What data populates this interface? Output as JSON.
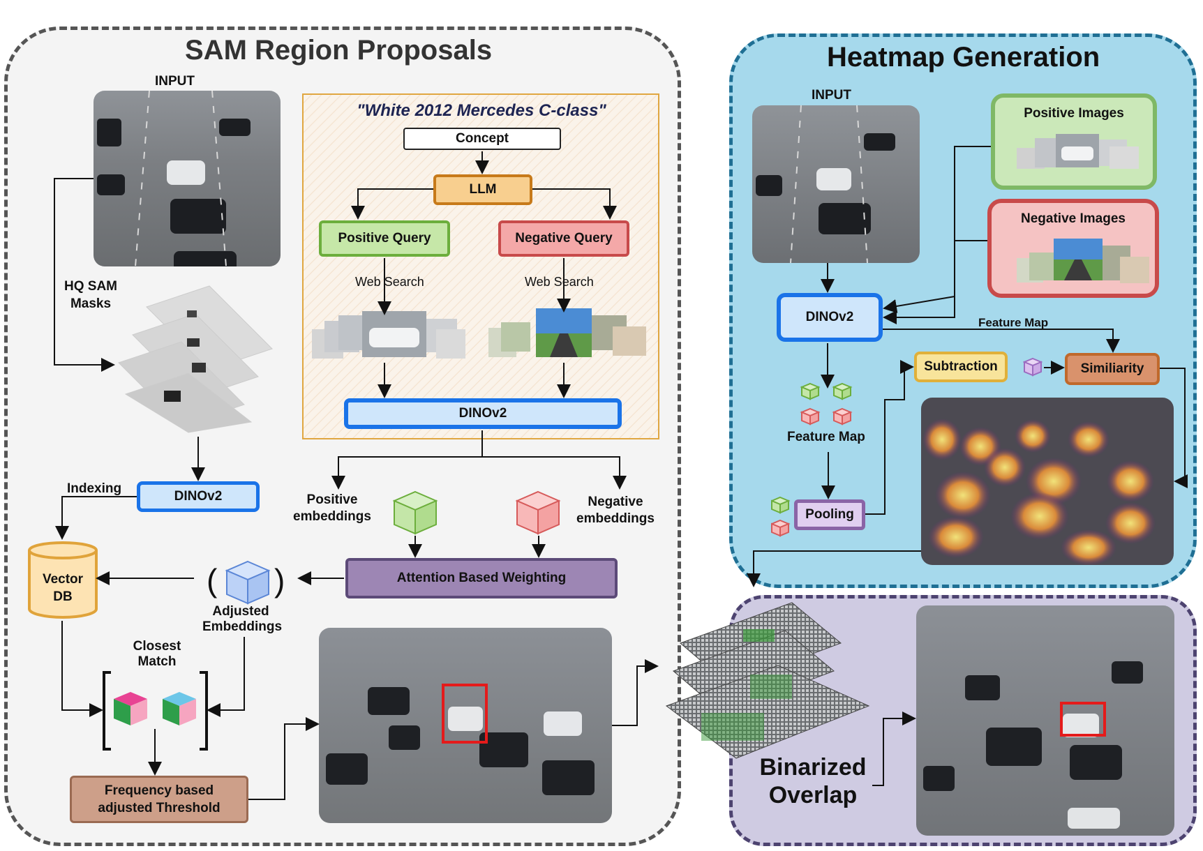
{
  "sam": {
    "title": "SAM Region Proposals",
    "input_label": "INPUT",
    "masks_label": "HQ SAM\nMasks",
    "indexing_label": "Indexing",
    "dinov2_small": "DINOv2",
    "vector_db": "Vector\nDB",
    "adjusted_embeddings": "Adjusted\nEmbeddings",
    "closest_match": "Closest\nMatch",
    "frequency_threshold": "Frequency based\nadjusted Threshold",
    "concept_prompt": "\"White 2012 Mercedes C-class\"",
    "concept": "Concept",
    "llm": "LLM",
    "positive_query": "Positive Query",
    "negative_query": "Negative Query",
    "web_search_pos": "Web Search",
    "web_search_neg": "Web Search",
    "dinov2_main": "DINOv2",
    "positive_embeddings": "Positive\nembeddings",
    "negative_embeddings": "Negative\nembeddings",
    "attention_weighting": "Attention Based Weighting"
  },
  "heat": {
    "title": "Heatmap Generation",
    "input_label": "INPUT",
    "positive_images": "Positive Images",
    "negative_images": "Negative Images",
    "dinov2": "DINOv2",
    "feature_map_arrow": "Feature Map",
    "feature_map": "Feature Map",
    "subtraction": "Subtraction",
    "similarity": "Similiarity",
    "pooling": "Pooling"
  },
  "bin": {
    "title": "Binarized\nOverlap"
  },
  "colors": {
    "dino_border": "#1a73e8",
    "dino_fill": "#cfe6fb",
    "llm_border": "#c77a1a",
    "llm_fill": "#f8cf8f",
    "pos_border": "#6cae3c",
    "pos_fill": "#c6e7a8",
    "neg_border": "#c84a4a",
    "neg_fill": "#f4a8a8",
    "attention_fill": "#9d86b4",
    "threshold_fill": "#cd9f89",
    "vector_fill": "#fde3b3"
  }
}
